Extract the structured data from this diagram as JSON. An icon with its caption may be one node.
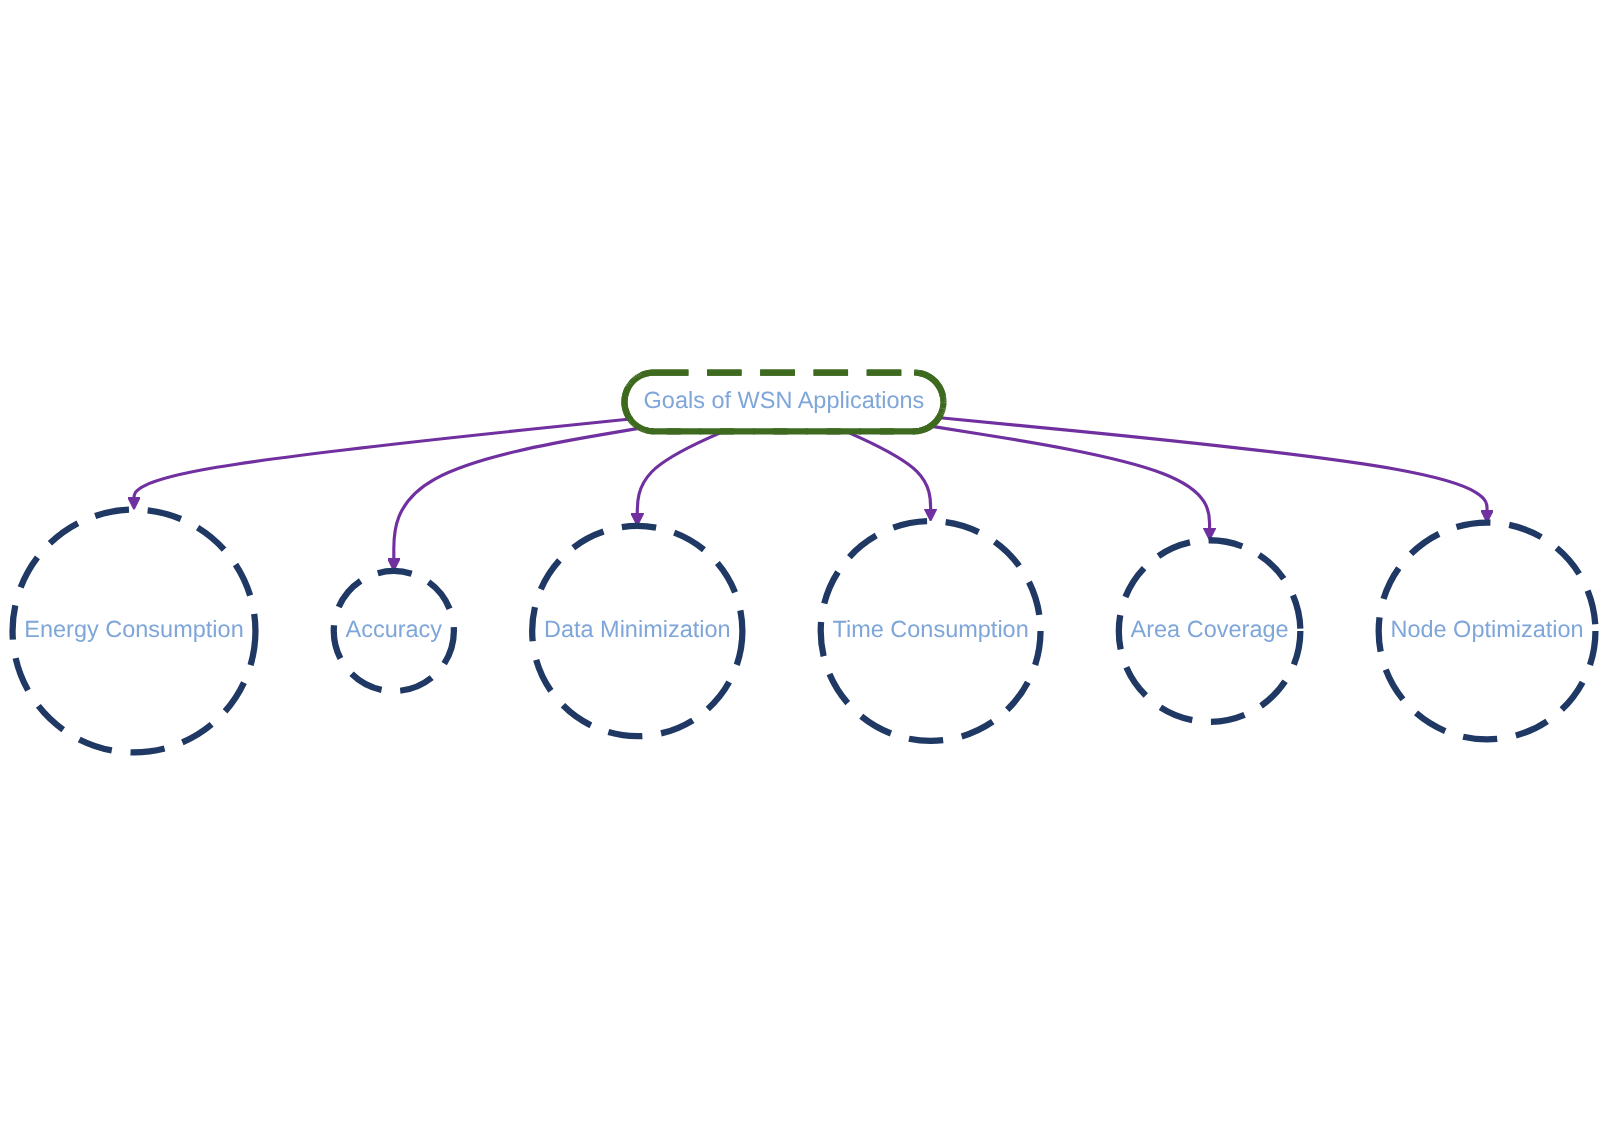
{
  "diagram": {
    "nodes": [
      {
        "text": [
          "Energy Consumption"
        ]
      },
      {
        "text": [
          "Accuracy"
        ]
      },
      {
        "text": [
          "Data Minimization"
        ]
      },
      {
        "text": [
          "Goals of WSN Applications"
        ]
      },
      {
        "text": [
          "Time Consumption"
        ]
      },
      {
        "text": [
          "Area Coverage"
        ]
      },
      {
        "text": [
          "Node Optimization"
        ]
      }
    ],
    "edges": [
      {
        "from": 3,
        "to": 0,
        "arrow": "to"
      },
      {
        "from": 3,
        "to": 1,
        "arrow": "to"
      },
      {
        "from": 3,
        "to": 2,
        "arrow": "to"
      },
      {
        "from": 3,
        "to": 4,
        "arrow": "to"
      },
      {
        "from": 3,
        "to": 5,
        "arrow": "to"
      },
      {
        "from": 3,
        "to": 6,
        "arrow": "to"
      }
    ]
  }
}
